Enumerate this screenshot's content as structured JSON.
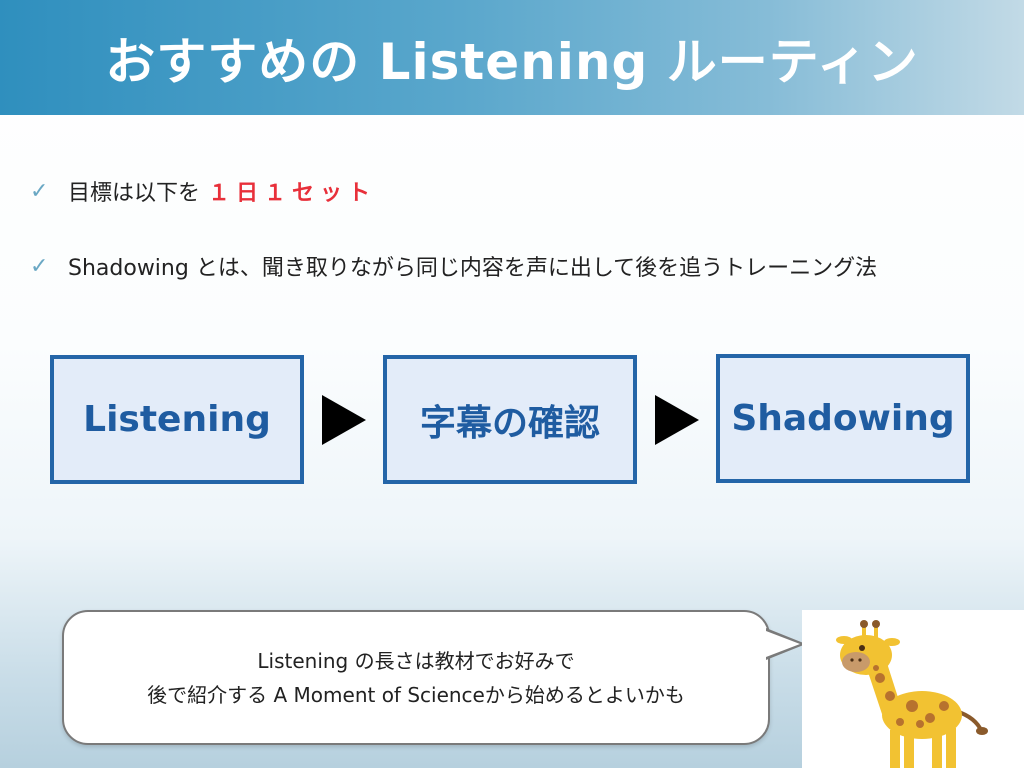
{
  "header": {
    "title": "おすすめの Listening ルーティン"
  },
  "bullets": [
    {
      "prefix": "目標は以下を",
      "highlight": "１日１セット"
    },
    {
      "text": "Shadowing とは、聞き取りながら同じ内容を声に出して後を追うトレーニング法"
    }
  ],
  "steps": [
    "Listening",
    "字幕の確認",
    "Shadowing"
  ],
  "note": {
    "line1": "Listening の長さは教材でお好みで",
    "line2": "後で紹介する A Moment of Scienceから始めるとよいかも"
  },
  "colors": {
    "accent": "#e8303a",
    "box_border": "#2465a8",
    "box_fill": "#e3ecf9",
    "check": "#6aa8c4"
  }
}
